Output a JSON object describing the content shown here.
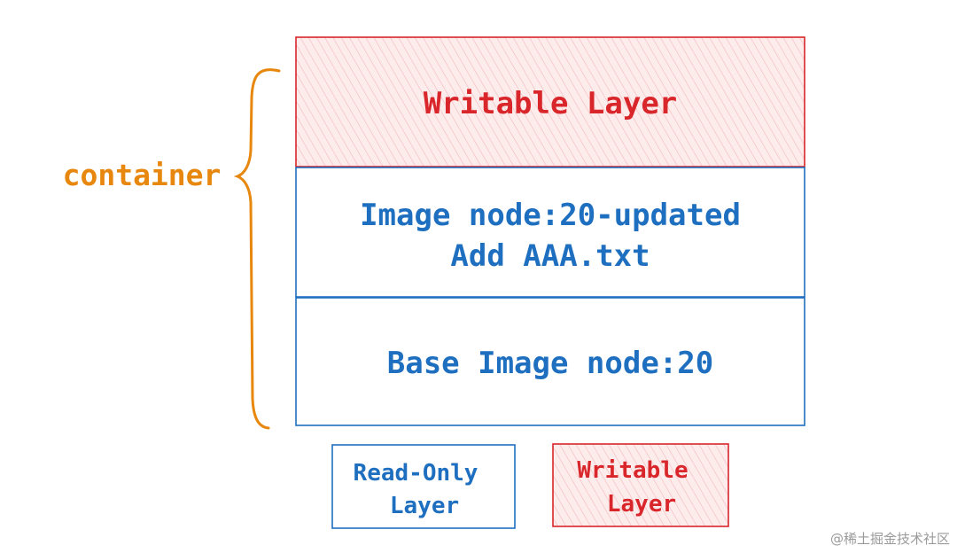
{
  "container_label": "container",
  "stack": {
    "writable_layer": "Writable Layer",
    "image_layer_line1": "Image node:20-updated",
    "image_layer_line2": "Add AAA.txt",
    "base_layer": "Base Image node:20"
  },
  "legend": {
    "readonly_line1": "Read-Only",
    "readonly_line2": "Layer",
    "writable_line1": "Writable",
    "writable_line2": "Layer"
  },
  "watermark": "@稀土掘金技术社区",
  "colors": {
    "red": "#d9262b",
    "blue": "#1e6fbf",
    "orange": "#e8870e",
    "red_fill": "#fbe3e4"
  }
}
